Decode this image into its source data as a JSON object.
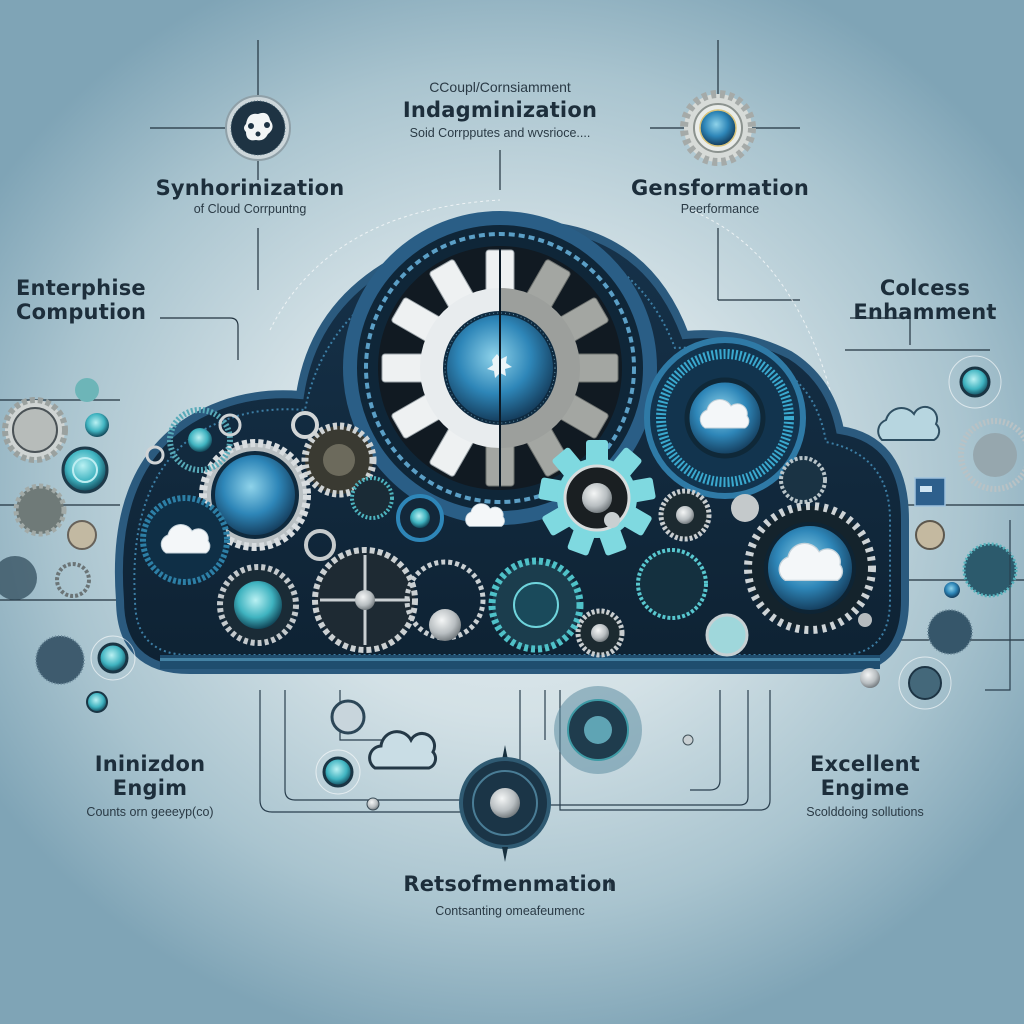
{
  "diagram": {
    "theme": "Cloud computing gears infographic",
    "colors": {
      "background_light": "#e6eef1",
      "background_dark": "#7fa4b6",
      "cloud_navy": "#1d3a55",
      "gear_steel": "#c9cfd2",
      "gear_dark": "#8a8d8b",
      "accent_teal": "#5fd0d8",
      "accent_blue": "#2e86b8",
      "text": "#1d2e3b"
    },
    "labels": {
      "top_center": {
        "pre": "CCoupl/Cornsiamment",
        "title": "Indagminization",
        "sub": "Soid Corrpputes and wvsrioce...."
      },
      "top_left": {
        "title": "Synhorinization",
        "sub": "of Cloud Corrpuntng"
      },
      "top_right": {
        "title": "Gensformation",
        "sub": "Peerformance"
      },
      "mid_left": {
        "title_line1": "Enterphise",
        "title_line2": "Compution"
      },
      "mid_right": {
        "title_line1": "Colcess",
        "title_line2": "Enhamment"
      },
      "bottom_left": {
        "title_line1": "Ininizdon",
        "title_line2": "Engim",
        "sub": "Counts orn geeeyp(co)"
      },
      "bottom_right": {
        "title_line1": "Excellent",
        "title_line2": "Engime",
        "sub": "Scolddoing sollutions"
      },
      "bottom_center": {
        "title": "Retsofmenmation",
        "sub": "Contsanting omeafeumenc"
      }
    },
    "icons": [
      {
        "name": "virus-gear-icon",
        "position": "top-left"
      },
      {
        "name": "mesh-gear-icon",
        "position": "top-right"
      },
      {
        "name": "central-gear-icon",
        "position": "center"
      },
      {
        "name": "cloud-icon",
        "position": "various"
      },
      {
        "name": "hub-node-icon",
        "position": "bottom-center"
      }
    ]
  }
}
